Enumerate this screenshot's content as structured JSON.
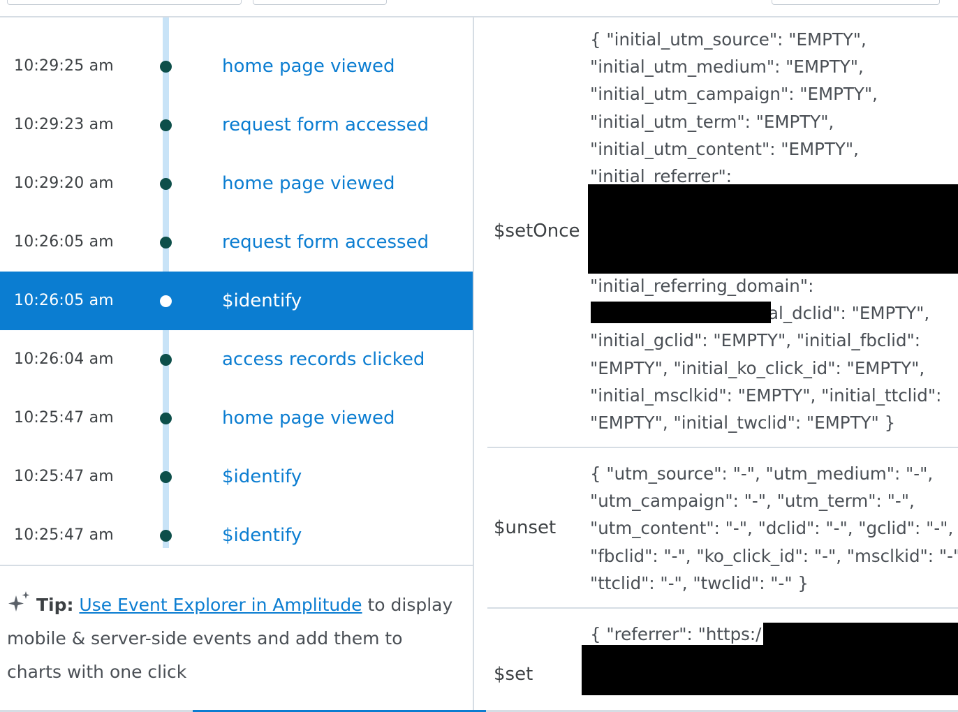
{
  "events": [
    {
      "time": "10:29:25 am",
      "name": "home page viewed",
      "selected": false
    },
    {
      "time": "10:29:23 am",
      "name": "request form accessed",
      "selected": false
    },
    {
      "time": "10:29:20 am",
      "name": "home page viewed",
      "selected": false
    },
    {
      "time": "10:26:05 am",
      "name": "request form accessed",
      "selected": false
    },
    {
      "time": "10:26:05 am",
      "name": "$identify",
      "selected": true
    },
    {
      "time": "10:26:04 am",
      "name": "access records clicked",
      "selected": false
    },
    {
      "time": "10:25:47 am",
      "name": "home page viewed",
      "selected": false
    },
    {
      "time": "10:25:47 am",
      "name": "$identify",
      "selected": false
    },
    {
      "time": "10:25:47 am",
      "name": "$identify",
      "selected": false
    }
  ],
  "tip": {
    "icon": "sparkle-icon",
    "label": "Tip:",
    "link_text": "Use Event Explorer in Amplitude",
    "text_after": " to display mobile & server-side events and add them to charts with one click"
  },
  "properties": {
    "setOnce": {
      "key": "$setOnce",
      "lines_a": [
        "{ \"initial_utm_source\": \"EMPTY\",",
        "\"initial_utm_medium\": \"EMPTY\",",
        "\"initial_utm_campaign\": \"EMPTY\",",
        "\"initial_utm_term\": \"EMPTY\",",
        "\"initial_utm_content\": \"EMPTY\",",
        "\"initial_referrer\":"
      ],
      "lines_b": [
        "\"initial_referring_domain\":",
        "                      \", \"initial_dclid\": \"EMPTY\",",
        "\"initial_gclid\": \"EMPTY\", \"initial_fbclid\":",
        "\"EMPTY\", \"initial_ko_click_id\": \"EMPTY\",",
        "\"initial_msclkid\": \"EMPTY\", \"initial_ttclid\":",
        "\"EMPTY\", \"initial_twclid\": \"EMPTY\" }"
      ]
    },
    "unset": {
      "key": "$unset",
      "lines": [
        "{ \"utm_source\": \"-\", \"utm_medium\": \"-\",",
        "\"utm_campaign\": \"-\", \"utm_term\": \"-\",",
        "\"utm_content\": \"-\", \"dclid\": \"-\", \"gclid\": \"-\",",
        "\"fbclid\": \"-\", \"ko_click_id\": \"-\", \"msclkid\": \"-\",",
        "\"ttclid\": \"-\", \"twclid\": \"-\" }"
      ]
    },
    "set": {
      "key": "$set",
      "lines": [
        "{ \"referrer\": \"https:/"
      ]
    }
  }
}
